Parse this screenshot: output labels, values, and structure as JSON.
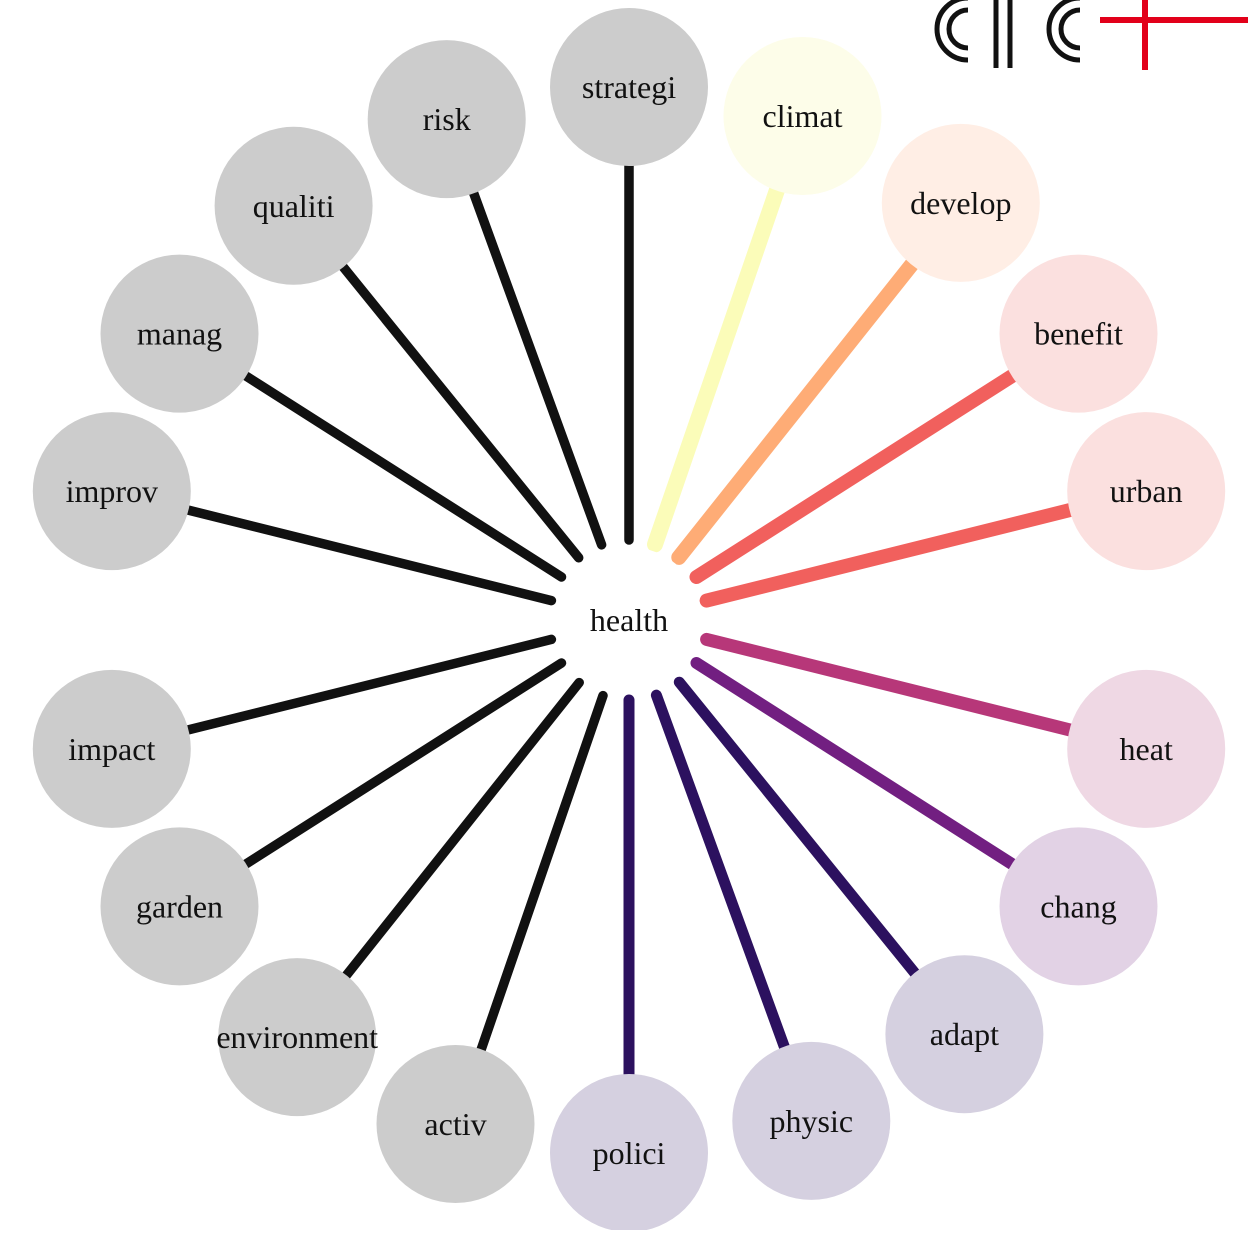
{
  "center": {
    "label": "health"
  },
  "logo": {
    "text": "cic+",
    "primary_color": "#111111",
    "accent_color": "#e2001a"
  },
  "nodes": [
    {
      "label": "strategi",
      "angle_deg": -90,
      "line_color": "#111111",
      "node_color": "#cccccc",
      "weight": 0.35
    },
    {
      "label": "climat",
      "angle_deg": -71,
      "line_color": "#fbfcb9",
      "node_color": "#fdfde9",
      "weight": 1.0
    },
    {
      "label": "develop",
      "angle_deg": -51.5,
      "line_color": "#feac76",
      "node_color": "#ffeee5",
      "weight": 0.9
    },
    {
      "label": "benefit",
      "angle_deg": -32.5,
      "line_color": "#f1605d",
      "node_color": "#fbe0df",
      "weight": 0.8
    },
    {
      "label": "urban",
      "angle_deg": -14,
      "line_color": "#f1605d",
      "node_color": "#fbe0df",
      "weight": 0.8
    },
    {
      "label": "heat",
      "angle_deg": 14,
      "line_color": "#b73779",
      "node_color": "#efd8e4",
      "weight": 0.7
    },
    {
      "label": "chang",
      "angle_deg": 32.5,
      "line_color": "#721f81",
      "node_color": "#e2d2e5",
      "weight": 0.6
    },
    {
      "label": "adapt",
      "angle_deg": 51,
      "line_color": "#2c115f",
      "node_color": "#d5d0e0",
      "weight": 0.5
    },
    {
      "label": "physic",
      "angle_deg": 70,
      "line_color": "#2c115f",
      "node_color": "#d5d0e0",
      "weight": 0.5
    },
    {
      "label": "polici",
      "angle_deg": 90,
      "line_color": "#2c115f",
      "node_color": "#d5d0e0",
      "weight": 0.5
    },
    {
      "label": "activ",
      "angle_deg": 109,
      "line_color": "#111111",
      "node_color": "#cccccc",
      "weight": 0.35
    },
    {
      "label": "environment",
      "angle_deg": 128.5,
      "line_color": "#111111",
      "node_color": "#cccccc",
      "weight": 0.35
    },
    {
      "label": "garden",
      "angle_deg": 147.5,
      "line_color": "#111111",
      "node_color": "#cccccc",
      "weight": 0.35
    },
    {
      "label": "impact",
      "angle_deg": 166,
      "line_color": "#111111",
      "node_color": "#cccccc",
      "weight": 0.35
    },
    {
      "label": "improv",
      "angle_deg": 194,
      "line_color": "#111111",
      "node_color": "#cccccc",
      "weight": 0.35
    },
    {
      "label": "manag",
      "angle_deg": 212.5,
      "line_color": "#111111",
      "node_color": "#cccccc",
      "weight": 0.35
    },
    {
      "label": "qualiti",
      "angle_deg": 231,
      "line_color": "#111111",
      "node_color": "#cccccc",
      "weight": 0.35
    },
    {
      "label": "risk",
      "angle_deg": 250,
      "line_color": "#111111",
      "node_color": "#cccccc",
      "weight": 0.35
    }
  ]
}
